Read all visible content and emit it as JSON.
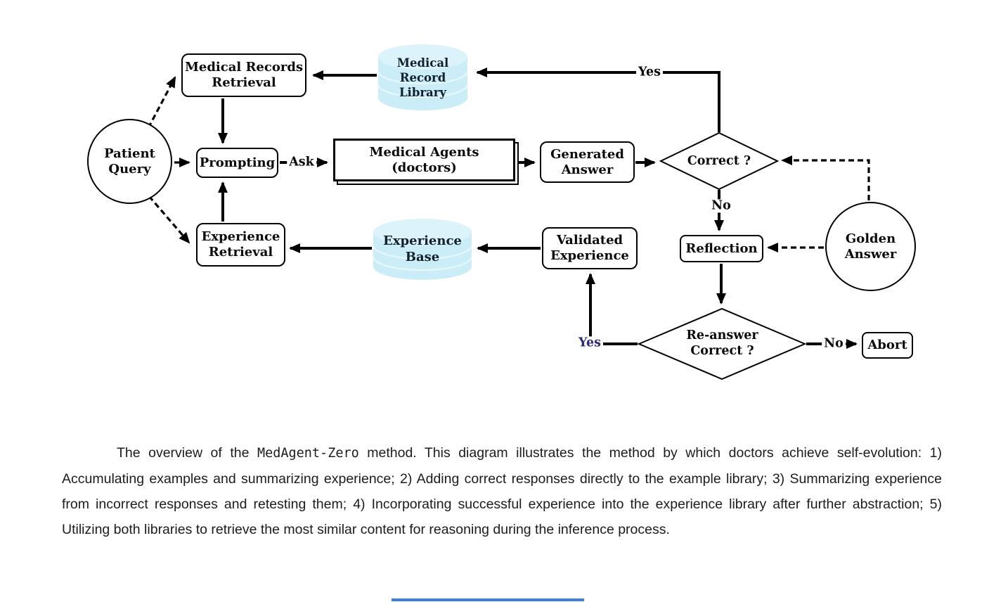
{
  "diagram": {
    "nodes": {
      "patient_query": "Patient\nQuery",
      "medical_records_retrieval": "Medical Records\nRetrieval",
      "medical_record_library": "Medical\nRecord\nLibrary",
      "prompting": "Prompting",
      "medical_agents": "Medical Agents\n(doctors)",
      "generated_answer": "Generated\nAnswer",
      "correct": "Correct ?",
      "golden_answer": "Golden\nAnswer",
      "reflection": "Reflection",
      "experience_retrieval": "Experience\nRetrieval",
      "experience_base": "Experience\nBase",
      "validated_experience": "Validated\nExperience",
      "reanswer_correct": "Re-answer\nCorrect ?",
      "abort": "Abort"
    },
    "edge_labels": {
      "ask": "Ask",
      "yes_top": "Yes",
      "no_reflection": "No",
      "yes_reanswer": "Yes",
      "no_abort": "No"
    },
    "colors": {
      "line": "#000000",
      "cylinder_fill": "#cbedf8",
      "cylinder_top": "#dcf3fb",
      "cylinder_band": "#e9f8fd",
      "yes_reanswer_text": "#2e2877",
      "bottom_bar": "#3e7ee0"
    }
  },
  "caption": {
    "part1": "The overview of the ",
    "code": "MedAgent-Zero",
    "part2": " method. This diagram illustrates the method by which doctors achieve self-evolution: 1) Accumulating examples and summarizing experience; 2) Adding correct responses directly to the example library; 3) Summarizing experience from incorrect responses and retesting them; 4) Incorporating successful experience into the experience library after further abstraction; 5) Utilizing both libraries to retrieve the most similar content for reasoning during the inference process."
  }
}
